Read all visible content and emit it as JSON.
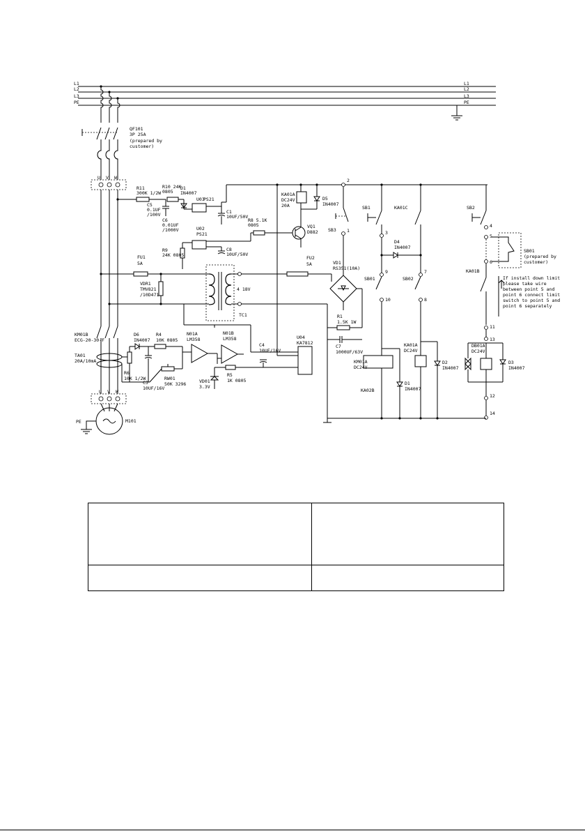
{
  "lines": {
    "left": [
      "L1",
      "L2",
      "L3",
      "PE"
    ],
    "right": [
      "L1",
      "L2",
      "L3",
      "PE"
    ]
  },
  "components": {
    "qf101": [
      "QF101",
      "3P 25A",
      "(prepared by",
      "customer)"
    ],
    "r11": [
      "R11",
      "300K 1/2W"
    ],
    "r10": [
      "R10 24K",
      "0805"
    ],
    "d1": [
      "D1",
      "IN4007"
    ],
    "u03": "U03",
    "ps21a": "PS21",
    "c1": [
      "C1",
      "10UF/50V"
    ],
    "c5": [
      "C5",
      "0.1UF",
      "/100V"
    ],
    "c6": [
      "C6",
      "0.01UF",
      "/1000V"
    ],
    "u02": [
      "U02",
      "PS21"
    ],
    "c8": [
      "C8",
      "10UF/50V"
    ],
    "r9": [
      "R9",
      "24K 0805"
    ],
    "r8": [
      "R8 5.1K",
      "0805"
    ],
    "ka01a_top": [
      "KA01A",
      "DC24V",
      "20A"
    ],
    "d5": [
      "D5",
      "IN4007"
    ],
    "vq1": [
      "VQ1",
      "D882"
    ],
    "fu1": [
      "FU1",
      "5A"
    ],
    "vdr1": [
      "VDR1",
      "TMV821",
      "/10D471"
    ],
    "tc1": [
      "4 18V",
      "TC1"
    ],
    "fu2": [
      "FU2",
      "5A"
    ],
    "vd1": [
      "VD1",
      "RS351(10A)"
    ],
    "r1": [
      "R1",
      "1.5K 1W"
    ],
    "c7": [
      "C7",
      "1000UF/63V"
    ],
    "sb3": "SB3",
    "sb1": "SB1",
    "ka01c": "KA01C",
    "d4": [
      "D4",
      "IN4007"
    ],
    "sb01": "SB01",
    "sb02": "SB02",
    "sb2": "SB2",
    "sb01r": [
      "SB01",
      "(prepared by",
      "customer)"
    ],
    "ka01b_r": "KA01B",
    "note": [
      "If install down limit",
      "please take wire",
      "between point 5 and",
      "point 6 connect limit",
      "switch to point 5 and",
      "point 6 separately"
    ],
    "km01b": [
      "KM01B",
      "ECG-20-30-F"
    ],
    "ta01": [
      "TA01",
      "20A/10mA"
    ],
    "d6": [
      "D6",
      "IN4007"
    ],
    "r4": [
      "R4",
      "10K 0805"
    ],
    "r6": [
      "R6",
      "10K 1/2W"
    ],
    "c3": [
      "C3",
      "10UF/16V"
    ],
    "rw01": [
      "RW01",
      "50K 3296"
    ],
    "n01a": [
      "N01A",
      "LM358"
    ],
    "n01b": [
      "N01B",
      "LM358"
    ],
    "c4": [
      "C4",
      "10UF/16V"
    ],
    "u04": [
      "U04",
      "KA7812"
    ],
    "vd01": [
      "VD01",
      "3.3V"
    ],
    "r5": [
      "R5",
      "1K 0805"
    ],
    "km01a": [
      "KM01A",
      "DC24V"
    ],
    "ka02b": "KA02B",
    "d1b": [
      "D1",
      "IN4007"
    ],
    "ka01a_mid": [
      "KA01A",
      "DC24V"
    ],
    "d2": [
      "D2",
      "IN4007"
    ],
    "db01a": [
      "DB01A",
      "DC24V"
    ],
    "d3": [
      "D3",
      "IN4007"
    ],
    "m101": "M101",
    "pe": "PE",
    "uvw_top": [
      "U",
      "V",
      "W"
    ],
    "uvw_bot": [
      "U",
      "V",
      "W"
    ],
    "pins": {
      "p1": "1",
      "p2": "2",
      "p3": "3",
      "p4": "4",
      "p5": "5",
      "p6": "6",
      "p7": "7",
      "p8": "8",
      "p9": "9",
      "p10": "10",
      "p11": "11",
      "p12": "12",
      "p13": "13",
      "p14": "14"
    }
  }
}
